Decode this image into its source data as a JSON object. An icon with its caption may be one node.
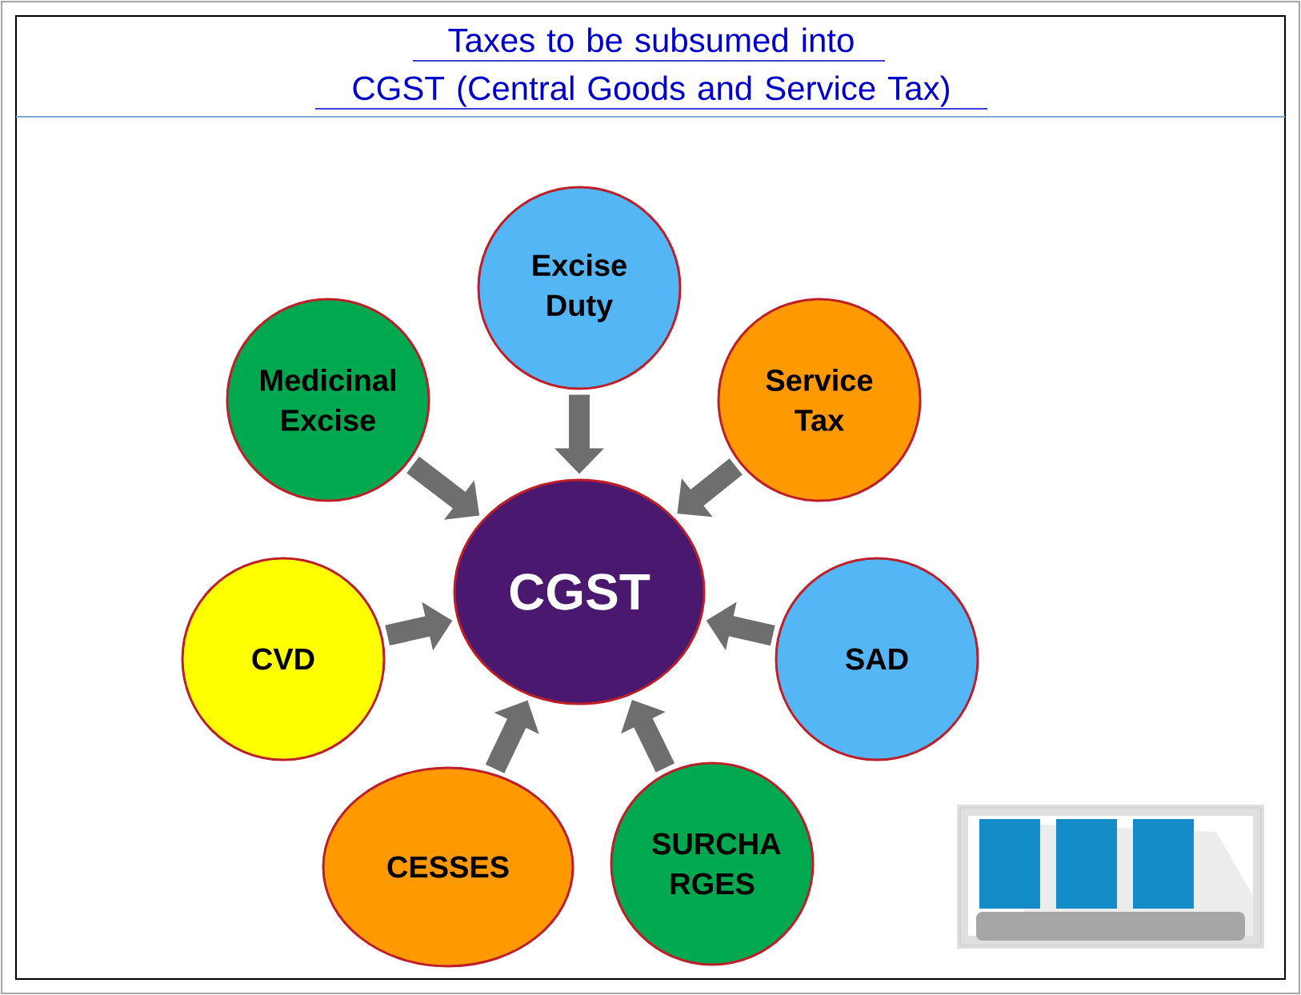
{
  "diagram": {
    "title": "Taxes to be subsumed into CGST (Central Goods and Service Tax)",
    "nodes": [
      {
        "text": [
          "CGST"
        ]
      },
      {
        "text": [
          "Excise Duty"
        ]
      },
      {
        "text": [
          "Service Tax"
        ]
      },
      {
        "text": [
          "SAD"
        ]
      },
      {
        "text": [
          "SURCHA RGES"
        ]
      },
      {
        "text": [
          "CESSES"
        ]
      },
      {
        "text": [
          "CVD"
        ]
      },
      {
        "text": [
          "Medicinal Excise"
        ]
      }
    ],
    "edges": [
      {
        "from": 1,
        "to": 0,
        "arrow": "to"
      },
      {
        "from": 2,
        "to": 0,
        "arrow": "to"
      },
      {
        "from": 3,
        "to": 0,
        "arrow": "to"
      },
      {
        "from": 4,
        "to": 0,
        "arrow": "to"
      },
      {
        "from": 5,
        "to": 0,
        "arrow": "to"
      },
      {
        "from": 6,
        "to": 0,
        "arrow": "to"
      },
      {
        "from": 7,
        "to": 0,
        "arrow": "to"
      }
    ]
  }
}
